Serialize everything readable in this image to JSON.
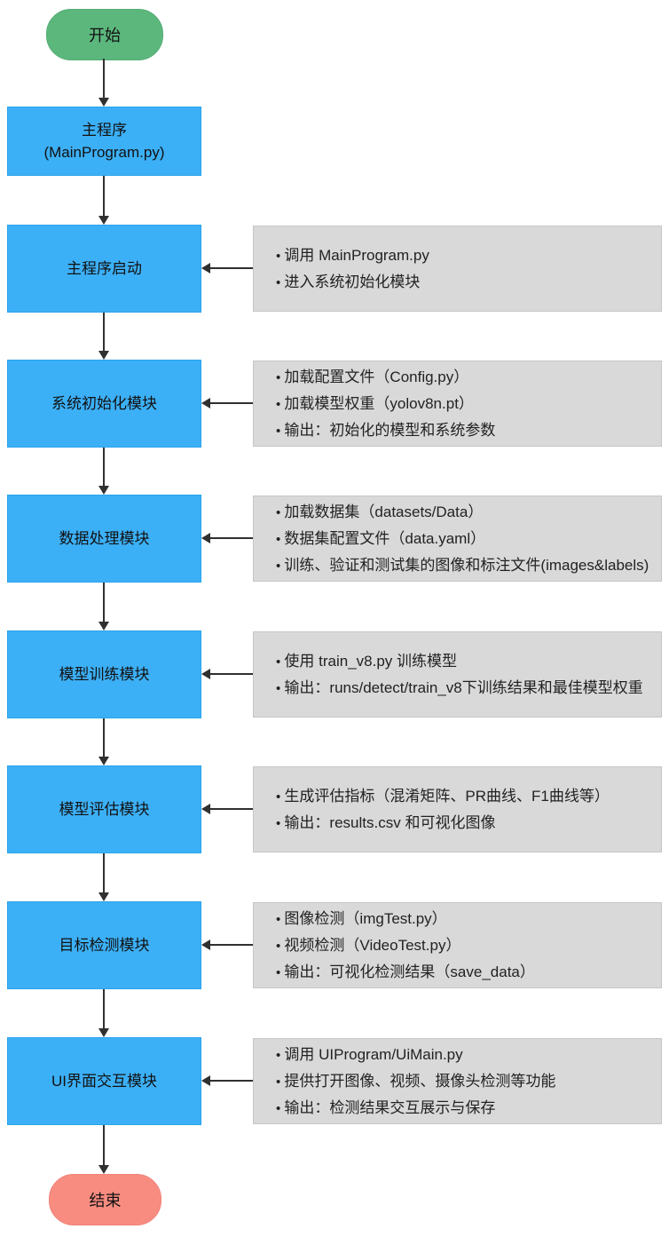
{
  "flowchart": {
    "start_label": "开始",
    "end_label": "结束",
    "main_program": {
      "line1": "主程序",
      "line2": "(MainProgram.py)"
    },
    "steps": [
      {
        "label": "主程序启动",
        "notes": [
          "调用 MainProgram.py",
          "进入系统初始化模块"
        ]
      },
      {
        "label": "系统初始化模块",
        "notes": [
          "加载配置文件（Config.py）",
          "加载模型权重（yolov8n.pt）",
          "输出：初始化的模型和系统参数"
        ]
      },
      {
        "label": "数据处理模块",
        "notes": [
          "加载数据集（datasets/Data）",
          "数据集配置文件（data.yaml）",
          "训练、验证和测试集的图像和标注文件(images&labels)"
        ]
      },
      {
        "label": "模型训练模块",
        "notes": [
          "使用 train_v8.py 训练模型",
          "输出：runs/detect/train_v8下训练结果和最佳模型权重"
        ]
      },
      {
        "label": "模型评估模块",
        "notes": [
          "生成评估指标（混淆矩阵、PR曲线、F1曲线等）",
          "输出：results.csv 和可视化图像"
        ]
      },
      {
        "label": "目标检测模块",
        "notes": [
          "图像检测（imgTest.py）",
          "视频检测（VideoTest.py）",
          "输出：可视化检测结果（save_data）"
        ]
      },
      {
        "label": "UI界面交互模块",
        "notes": [
          "调用 UIProgram/UiMain.py",
          "提供打开图像、视频、摄像头检测等功能",
          "输出：检测结果交互展示与保存"
        ]
      }
    ],
    "colors": {
      "process_fill": "#3cb0f7",
      "start_fill": "#5cb77d",
      "end_fill": "#f98c81",
      "note_fill": "#d9d9d9",
      "arrow": "#303030"
    }
  }
}
